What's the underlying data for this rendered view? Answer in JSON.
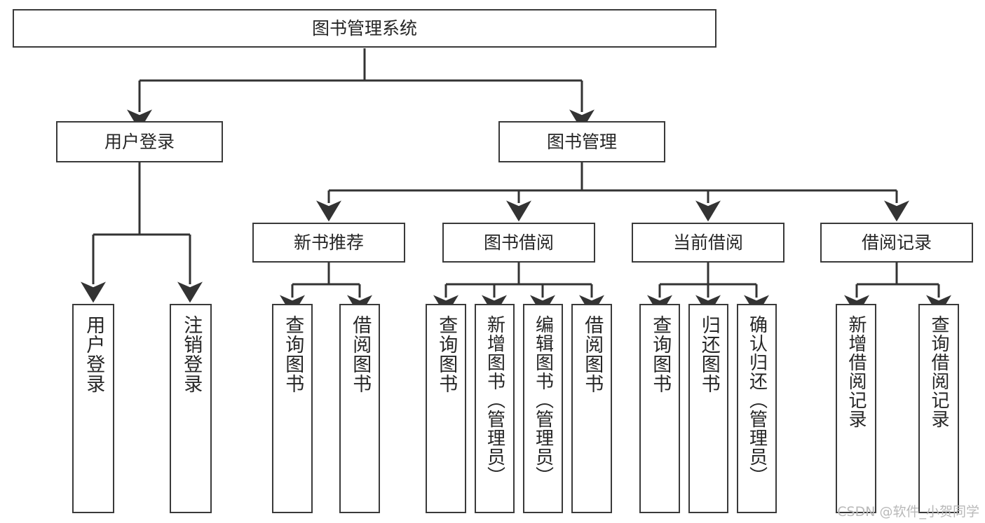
{
  "diagram": {
    "title": "图书管理系统",
    "type": "tree-hierarchy-chart",
    "root": {
      "label": "图书管理系统"
    },
    "level2": [
      {
        "label": "用户登录"
      },
      {
        "label": "图书管理"
      }
    ],
    "level3": [
      {
        "label": "新书推荐"
      },
      {
        "label": "图书借阅"
      },
      {
        "label": "当前借阅"
      },
      {
        "label": "借阅记录"
      }
    ],
    "leaves": {
      "user_login": [
        {
          "label": "用户登录"
        },
        {
          "label": "注销登录"
        }
      ],
      "new_book_recommend": [
        {
          "label": "查询图书"
        },
        {
          "label": "借阅图书"
        }
      ],
      "book_borrow": [
        {
          "label": "查询图书"
        },
        {
          "label": "新增图书（管理员）"
        },
        {
          "label": "编辑图书（管理员）"
        },
        {
          "label": "借阅图书"
        }
      ],
      "current_borrow": [
        {
          "label": "查询图书"
        },
        {
          "label": "归还图书"
        },
        {
          "label": "确认归还（管理员）"
        }
      ],
      "borrow_record": [
        {
          "label": "新增借阅记录"
        },
        {
          "label": "查询借阅记录"
        }
      ]
    }
  },
  "watermark": {
    "text": "CSDN @软件_小贺同学"
  },
  "colors": {
    "box_border": "#3a3a3a",
    "box_fill": "#ffffff",
    "connector": "#333333",
    "text": "#262626",
    "watermark": "#b9b9b9",
    "background": "#ffffff"
  }
}
